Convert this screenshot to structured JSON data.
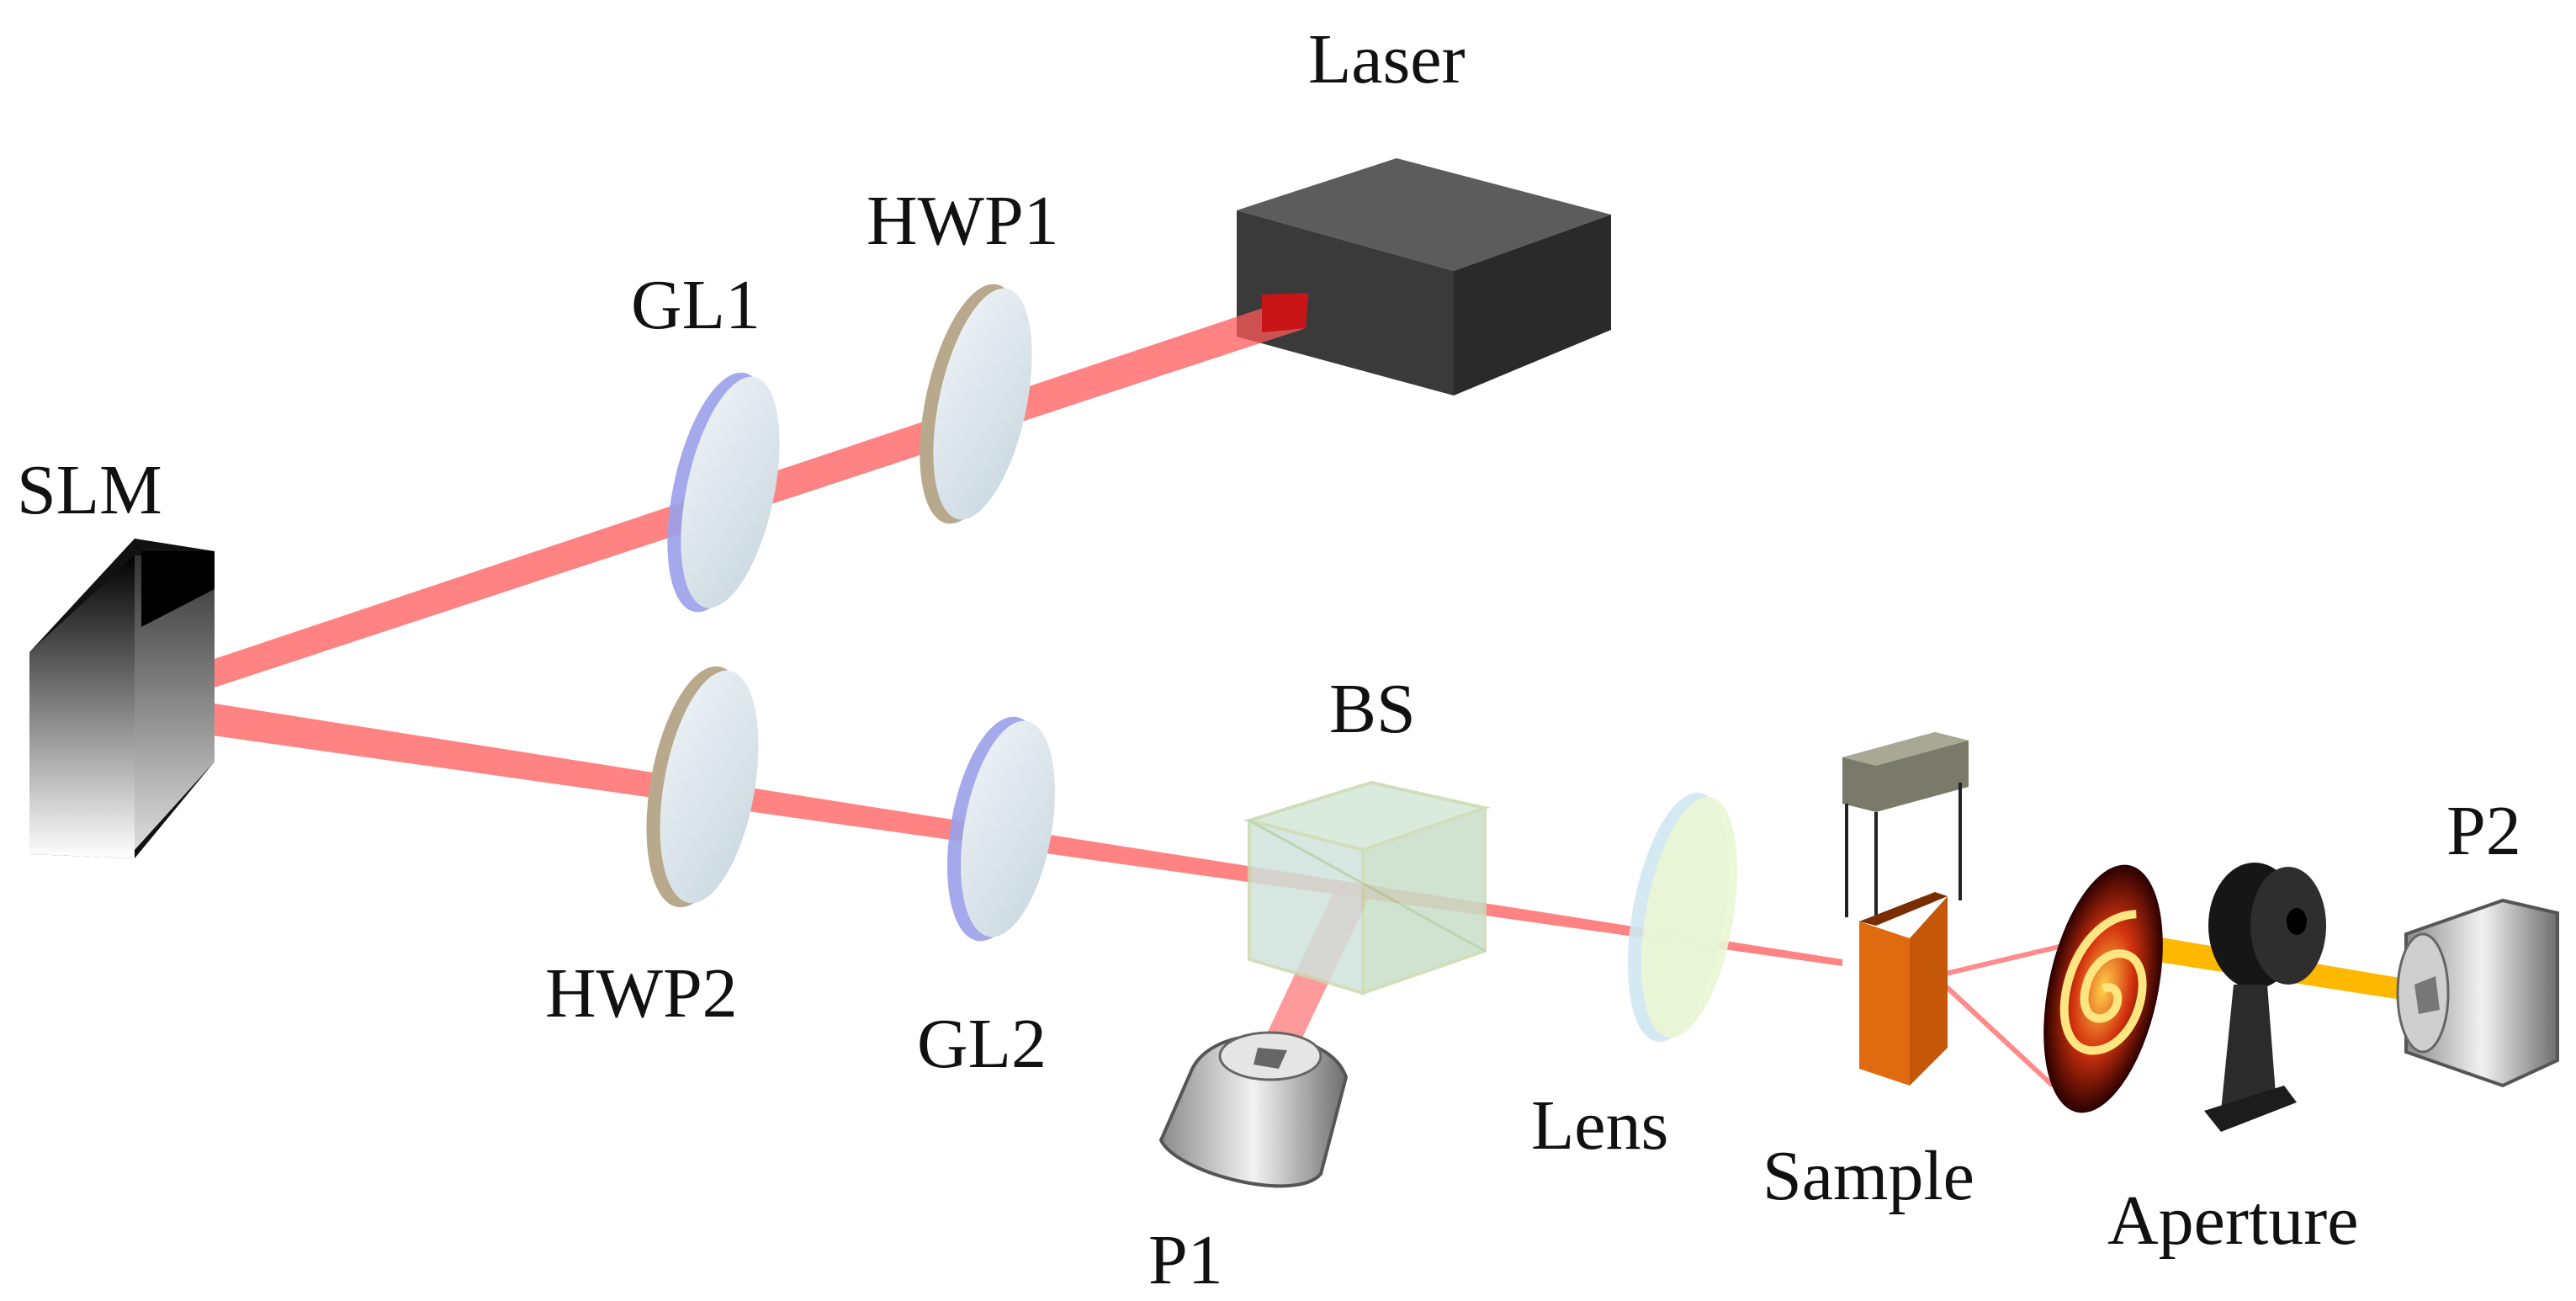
{
  "labels": {
    "laser": "Laser",
    "hwp1": "HWP1",
    "gl1": "GL1",
    "slm": "SLM",
    "hwp2": "HWP2",
    "gl2": "GL2",
    "bs": "BS",
    "p1": "P1",
    "lens": "Lens",
    "sample": "Sample",
    "aperture": "Aperture",
    "p2": "P2"
  },
  "colors": {
    "beam": "#ff5a5a",
    "beam_core": "#e81f1f",
    "yellow_beam": "#ffb800",
    "laser_box": "#3a3a3a",
    "sample_body": "#e06a10",
    "wave_plate_rim": "#b8a88c",
    "glan_lens_rim": "#9aa0ea"
  }
}
